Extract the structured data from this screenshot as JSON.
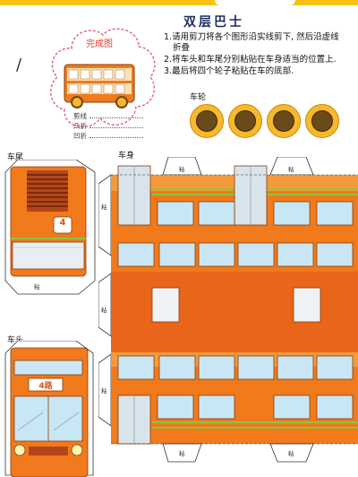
{
  "title": "双层巴士",
  "instructions": [
    "1.请用剪刀将各个图形沿实线剪下, 然后沿虚线",
    "折叠",
    "2.将车头和车尾分别粘贴在车身适当的位置上.",
    "3.最后将四个轮子粘贴在车的底部."
  ],
  "completed_label": "完成图",
  "legend": {
    "cut": "剪线",
    "convex": "凸折",
    "concave": "凹折"
  },
  "sections": {
    "wheels": "车轮",
    "rear": "车尾",
    "body": "车身",
    "front": "车头"
  },
  "glue_tab": "粘",
  "route": "4路",
  "rear_number": "4",
  "colors": {
    "orange": "#f07a1c",
    "dark_orange": "#d9560e",
    "yellow": "#f6c21a",
    "green_stripe": "#8bc53f",
    "window": "#c9e6f5"
  }
}
